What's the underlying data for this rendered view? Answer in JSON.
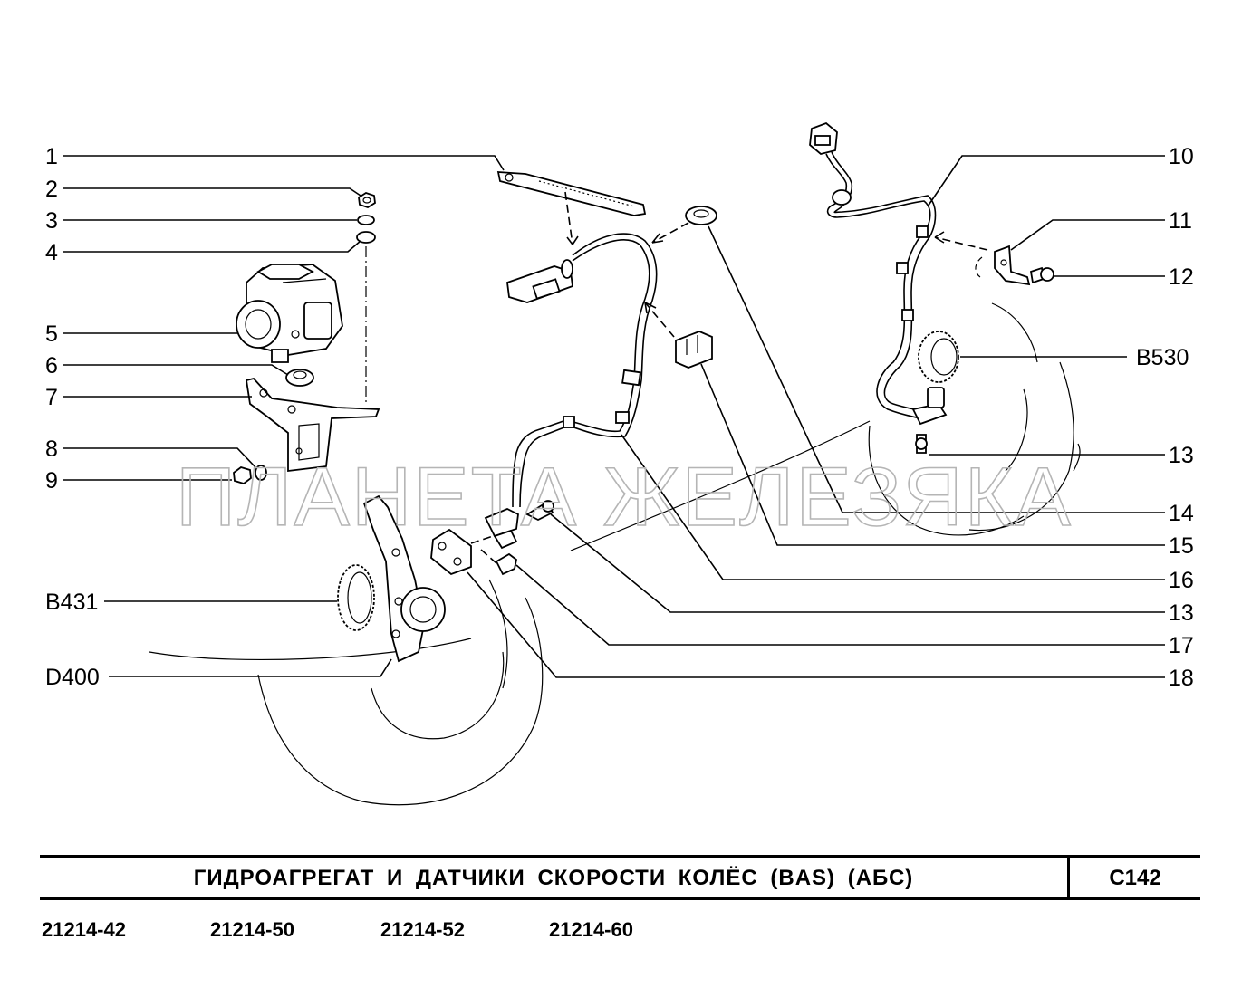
{
  "diagram": {
    "labels": {
      "l1": "1",
      "l2": "2",
      "l3": "3",
      "l4": "4",
      "l5": "5",
      "l6": "6",
      "l7": "7",
      "l8": "8",
      "l9": "9",
      "lB431": "B431",
      "lD400": "D400",
      "r10": "10",
      "r11": "11",
      "r12": "12",
      "rB530": "B530",
      "r13a": "13",
      "r14": "14",
      "r15": "15",
      "r16": "16",
      "r13b": "13",
      "r17": "17",
      "r18": "18"
    },
    "watermark": "ПЛАНЕТА ЖЕЛЕЗЯКА"
  },
  "title_block": {
    "title": "ГИДРОАГРЕГАТ И ДАТЧИКИ СКОРОСТИ КОЛЁС (BAS) (АБС)",
    "page_code": "C142"
  },
  "models": [
    "21214-42",
    "21214-50",
    "21214-52",
    "21214-60"
  ]
}
